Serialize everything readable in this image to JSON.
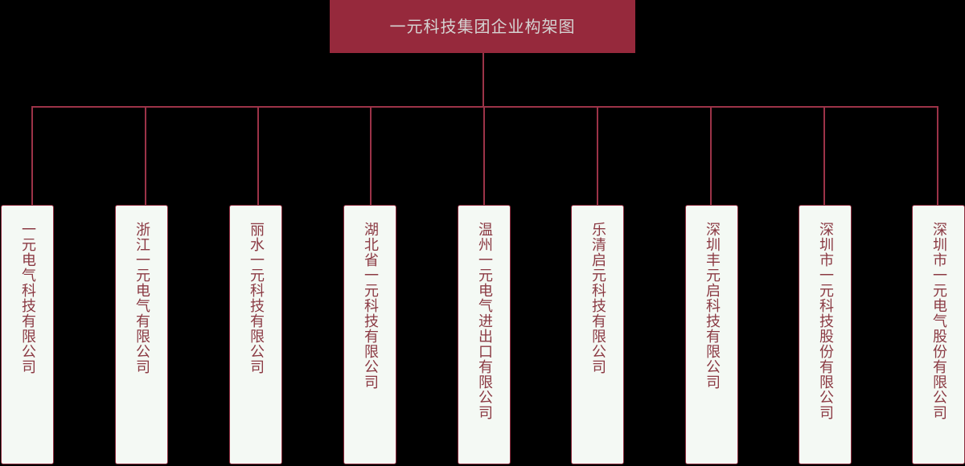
{
  "chart": {
    "type": "org-chart",
    "title": "一元科技集团企业构架图",
    "root": {
      "label": "一元科技集团企业构架图",
      "fill_color": "#96293c",
      "text_color": "#d5d3d2"
    },
    "connector_color": "#9c3348",
    "node_fill_color": "#f4f9f4",
    "node_border_color": "#8e2c3e",
    "node_text_color": "#8b3a43",
    "background_color": "#000000",
    "text_orientation": "vertical",
    "children": [
      {
        "label": "一元电气科技有限公司"
      },
      {
        "label": "浙江一元电气有限公司"
      },
      {
        "label": "丽水一元科技有限公司"
      },
      {
        "label": "湖北省一元科技有限公司"
      },
      {
        "label": "温州一元电气进出口有限公司"
      },
      {
        "label": "乐清启元科技有限公司"
      },
      {
        "label": "深圳丰元启科技有限公司"
      },
      {
        "label": "深圳市一元科技股份有限公司"
      },
      {
        "label": "深圳市一元电气股份有限公司"
      }
    ]
  }
}
